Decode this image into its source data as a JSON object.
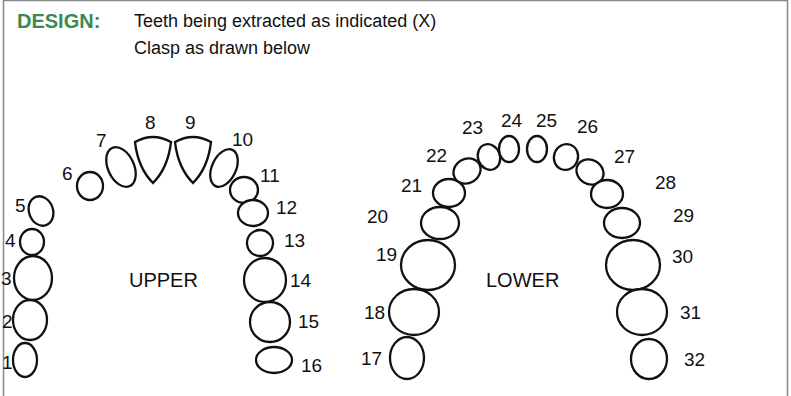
{
  "diagram": {
    "title": "DESIGN:",
    "labels": [
      "Teeth being extracted as indicated (X)",
      "Clasp as drawn below",
      "1",
      "2",
      "3",
      "4",
      "5",
      "6",
      "7",
      "8",
      "9",
      "10",
      "11",
      "12",
      "13",
      "14",
      "15",
      "16",
      "17",
      "18",
      "19",
      "20",
      "21",
      "22",
      "23",
      "24",
      "25",
      "26",
      "27",
      "28",
      "29",
      "30",
      "31",
      "32",
      "UPPER",
      "LOWER"
    ]
  }
}
